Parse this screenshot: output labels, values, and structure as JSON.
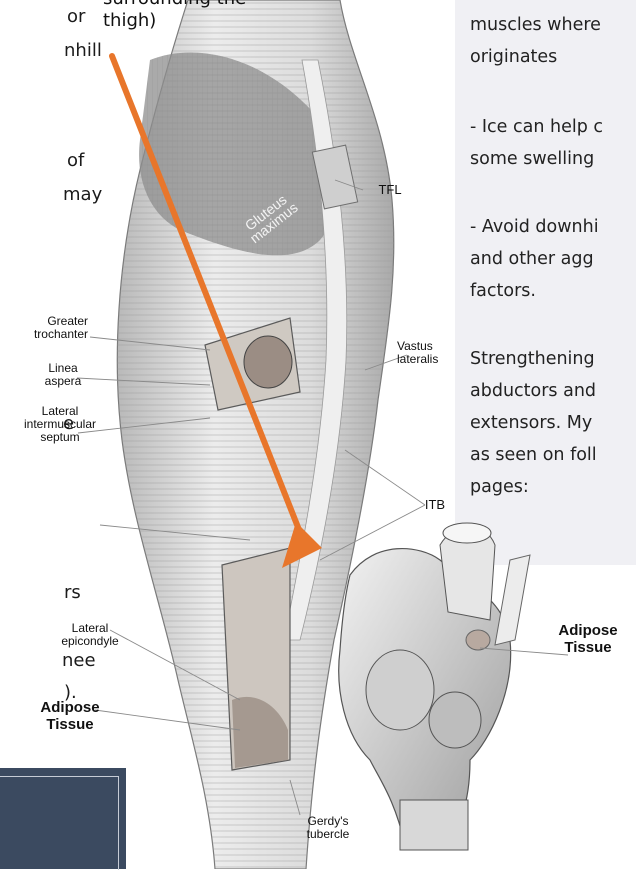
{
  "top_caption": {
    "line1": "surrounding the",
    "line2": "thigh)"
  },
  "left_fragments": [
    "or",
    "nhill",
    "of",
    "may",
    "e",
    "rs",
    "nee",
    ")."
  ],
  "sidebar": {
    "lines": [
      "muscles where",
      "originates",
      "- Ice can help c",
      "some swelling",
      "- Avoid downhi",
      "and other agg",
      "factors.",
      "Strengthening",
      "abductors and",
      "extensors. My",
      "as seen on foll",
      "pages:"
    ]
  },
  "labels": {
    "tfl": "TFL",
    "gluteus": "Gluteus\nmaximus",
    "greater_trochanter": "Greater\ntrochanter",
    "linea_aspera": "Linea\naspera",
    "lateral_septum": "Lateral\nintermuscular\nseptum",
    "vastus_lateralis": "Vastus\nlateralis",
    "itb": "ITB",
    "lateral_epicondyle": "Lateral\nepicondyle",
    "adipose_left": "Adipose\nTissue",
    "gerdys_tubercle": "Gerdy's\ntubercle",
    "adipose_right": "Adipose\nTissue"
  },
  "colors": {
    "arrow": "#e8762b",
    "sidebar_bg": "#f0f0f4",
    "navy": "#3b4a60"
  }
}
